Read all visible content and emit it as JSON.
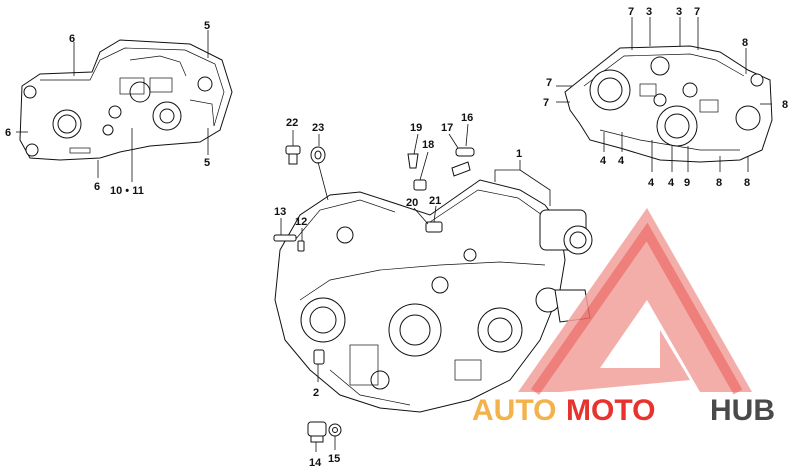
{
  "callouts": [
    {
      "id": "c6a",
      "text": "6"
    },
    {
      "id": "c5a",
      "text": "5"
    },
    {
      "id": "c6b",
      "text": "6"
    },
    {
      "id": "c5b",
      "text": "5"
    },
    {
      "id": "c6c",
      "text": "6"
    },
    {
      "id": "c1011",
      "text": "10 • 11"
    },
    {
      "id": "c7a",
      "text": "7"
    },
    {
      "id": "c3a",
      "text": "3"
    },
    {
      "id": "c3b",
      "text": "3"
    },
    {
      "id": "c7b",
      "text": "7"
    },
    {
      "id": "c8a",
      "text": "8"
    },
    {
      "id": "c7c",
      "text": "7"
    },
    {
      "id": "c7d",
      "text": "7"
    },
    {
      "id": "c8b",
      "text": "8"
    },
    {
      "id": "c4a",
      "text": "4"
    },
    {
      "id": "c4b",
      "text": "4"
    },
    {
      "id": "c4c",
      "text": "4"
    },
    {
      "id": "c4d",
      "text": "4"
    },
    {
      "id": "c9",
      "text": "9"
    },
    {
      "id": "c8c",
      "text": "8"
    },
    {
      "id": "c8d",
      "text": "8"
    },
    {
      "id": "c22",
      "text": "22"
    },
    {
      "id": "c23",
      "text": "23"
    },
    {
      "id": "c19",
      "text": "19"
    },
    {
      "id": "c18",
      "text": "18"
    },
    {
      "id": "c17",
      "text": "17"
    },
    {
      "id": "c16",
      "text": "16"
    },
    {
      "id": "c1",
      "text": "1"
    },
    {
      "id": "c20",
      "text": "20"
    },
    {
      "id": "c21",
      "text": "21"
    },
    {
      "id": "c13",
      "text": "13"
    },
    {
      "id": "c12",
      "text": "12"
    },
    {
      "id": "c2",
      "text": "2"
    },
    {
      "id": "c14",
      "text": "14"
    },
    {
      "id": "c15",
      "text": "15"
    }
  ],
  "watermark": {
    "part1": "AUTO",
    "part2": "MOTO",
    "part3": "HUB",
    "colors": {
      "auto": "#f3b24a",
      "moto": "#e8322e",
      "hub": "#4a4a4a",
      "logo": "#e8322e"
    }
  }
}
